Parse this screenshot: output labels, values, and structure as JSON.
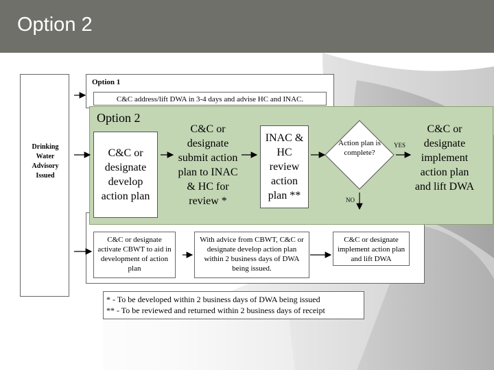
{
  "slide_title": "Option 2",
  "left_box": "Drinking Water Advisory Issued",
  "option1": {
    "label": "Option 1",
    "text": "C&C address/lift DWA in 3-4 days and advise HC and INAC."
  },
  "option2": {
    "label": "Option 2",
    "develop": "C&C or designate develop action plan",
    "submit": "C&C or designate submit action plan to INAC & HC for review *",
    "review": "INAC & HC review action plan **",
    "decision": "Action plan is complete?",
    "yes": "YES",
    "no": "NO",
    "implement": "C&C or designate implement action plan and lift DWA"
  },
  "option3": {
    "activate": "C&C or designate activate CBWT to aid in development of action plan",
    "advice": "With advice from CBWT, C&C or designate develop action plan within 2 business days of DWA being issued.",
    "implement": "C&C or designate implement action plan and lift DWA"
  },
  "notes": [
    "*  - To be developed within 2 business days of DWA being issued",
    "** - To be reviewed and returned within 2 business days of receipt"
  ]
}
